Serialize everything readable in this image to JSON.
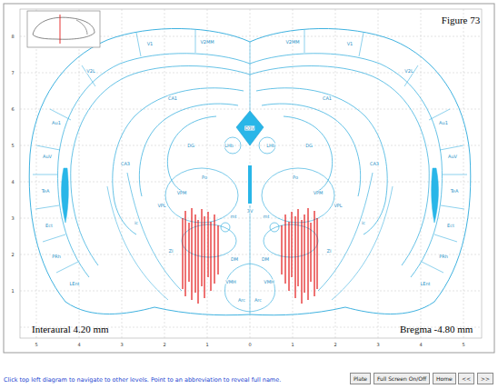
{
  "diagram": {
    "nodes": [
      {
        "text": [
          "Plate"
        ]
      },
      {
        "text": [
          "Full Screen On/Off"
        ]
      },
      {
        "text": [
          "Home"
        ]
      },
      {
        "text": [
          "<<"
        ]
      },
      {
        "text": [
          ">>"
        ]
      }
    ],
    "labels": [
      "Figure 73",
      "Interaural 4.20 mm",
      "Bregma -4.80 mm",
      "Click top left diagram to navigate to other levels. Point to an abbreviation to reveal full name.",
      "5",
      "4",
      "3",
      "2",
      "1",
      "0",
      "1",
      "2",
      "3",
      "4",
      "5",
      "1",
      "2",
      "3",
      "4",
      "5",
      "6",
      "7",
      "8",
      "V2MM",
      "V1",
      "V2L",
      "Au1",
      "AuV",
      "TeA",
      "Ect",
      "PRh",
      "LEnt",
      "CA1",
      "DG",
      "CA3",
      "LHb",
      "Po",
      "VPM",
      "VPL",
      "ZI",
      "ic",
      "mt",
      "DM",
      "VMH",
      "Arc",
      "V2MM",
      "V1",
      "V2L",
      "Au1",
      "AuV",
      "TeA",
      "Ect",
      "PRh",
      "LEnt",
      "CA1",
      "DG",
      "CA3",
      "LHb",
      "Po",
      "VPM",
      "VPL",
      "ZI",
      "ic",
      "mt",
      "DM",
      "VMH",
      "Arc",
      "D3V",
      "3V"
    ]
  }
}
